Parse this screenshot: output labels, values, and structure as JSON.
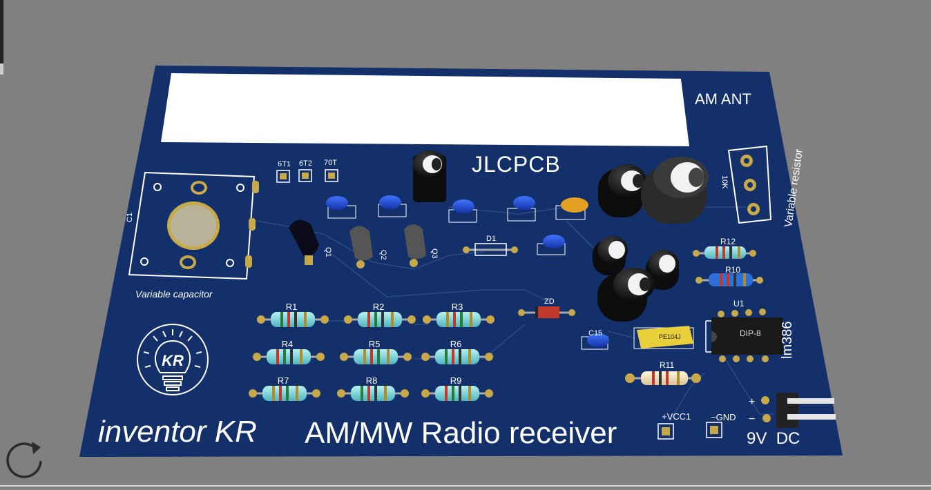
{
  "board": {
    "brand": "JLCPCB",
    "antenna_label": "AM ANT",
    "title": "AM/MW Radio receiver",
    "author": "inventor KR",
    "logo_text": "KR",
    "variable_capacitor_label": "Variable capacitor",
    "variable_resistor_label": "Variable resistor",
    "pot_value": "10K",
    "coils": [
      "6T1",
      "6T2",
      "70T"
    ],
    "ic_package": "DIP-8",
    "ic_ref": "U1",
    "ic_name": "lm386",
    "capacitor_mark": "PE104J",
    "power": {
      "vcc": "+VCC1",
      "gnd": "−GND",
      "supply": "9V  DC",
      "plus": "+",
      "minus": "−"
    },
    "refs": {
      "c1": "C1",
      "q1": "Q1",
      "q2": "Q2",
      "q3": "Q3",
      "d1": "D1",
      "zd": "ZD",
      "c15": "C15",
      "r12": "R12",
      "r10": "R10",
      "r11": "R11"
    },
    "resistor_rows": [
      [
        "R1",
        "R2",
        "R3"
      ],
      [
        "R4",
        "R5",
        "R6"
      ],
      [
        "R7",
        "R8",
        "R9"
      ]
    ]
  },
  "colors": {
    "board": "#13306a",
    "background": "#808080",
    "silkscreen": "#ffffff",
    "pad": "#c8a94a",
    "resistor_body": "#7fe0e0",
    "cap_blue": "#1f4fd6",
    "electrolytic": "#111111"
  },
  "icons": {
    "rotate": "rotate-icon"
  }
}
